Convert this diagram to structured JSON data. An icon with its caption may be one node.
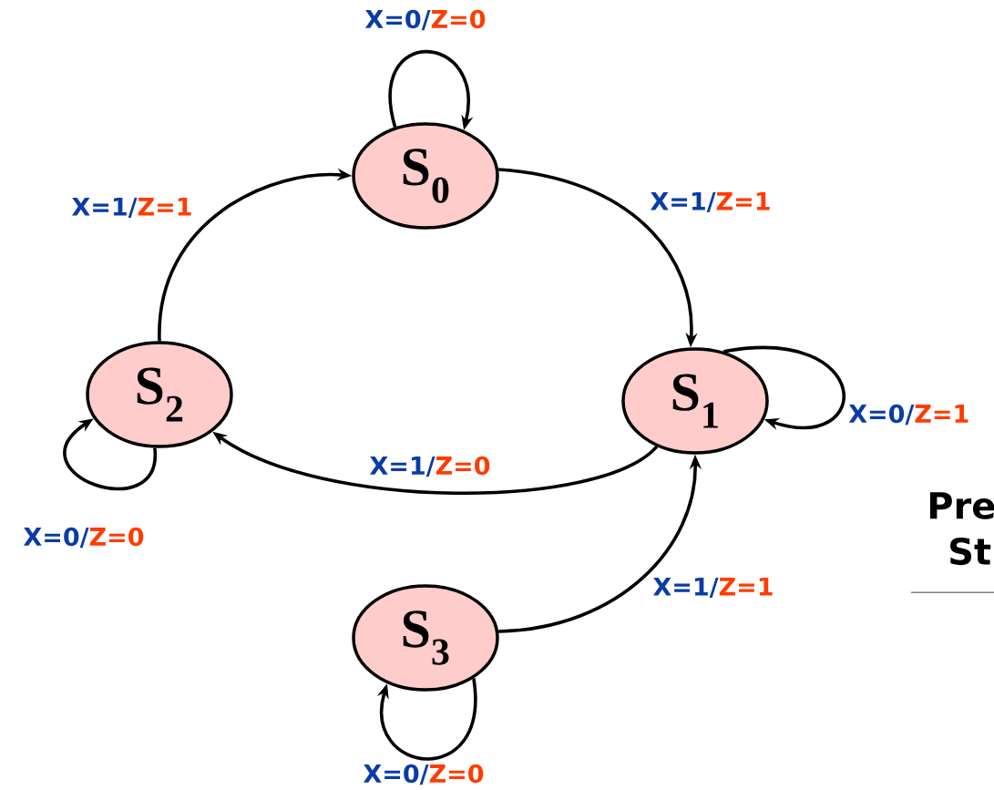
{
  "diagram": {
    "nodes": [
      {
        "text": [
          "S$_{0}$"
        ]
      },
      {
        "text": [
          "S$_{1}$"
        ]
      },
      {
        "text": [
          "S$_{2}$"
        ]
      },
      {
        "text": [
          "S$_{3}$"
        ]
      }
    ],
    "edges": [
      {
        "from": 0,
        "to": 0,
        "arrow": "to",
        "label": "X=0/Z=0"
      },
      {
        "from": 0,
        "to": 1,
        "arrow": "to",
        "label": "X=1/Z=1"
      },
      {
        "from": 1,
        "to": 1,
        "arrow": "to",
        "label": "X=0/Z=1"
      },
      {
        "from": 1,
        "to": 2,
        "arrow": "to",
        "label": "X=1/Z=0"
      },
      {
        "from": 2,
        "to": 0,
        "arrow": "to",
        "label": "X=1/Z=1"
      },
      {
        "from": 2,
        "to": 2,
        "arrow": "to",
        "label": "X=0/Z=0"
      },
      {
        "from": 3,
        "to": 1,
        "arrow": "to",
        "label": "X=1/Z=1"
      },
      {
        "from": 3,
        "to": 3,
        "arrow": "to",
        "label": "X=0/Z=0"
      }
    ],
    "labels": [
      "Pre",
      "St"
    ]
  }
}
